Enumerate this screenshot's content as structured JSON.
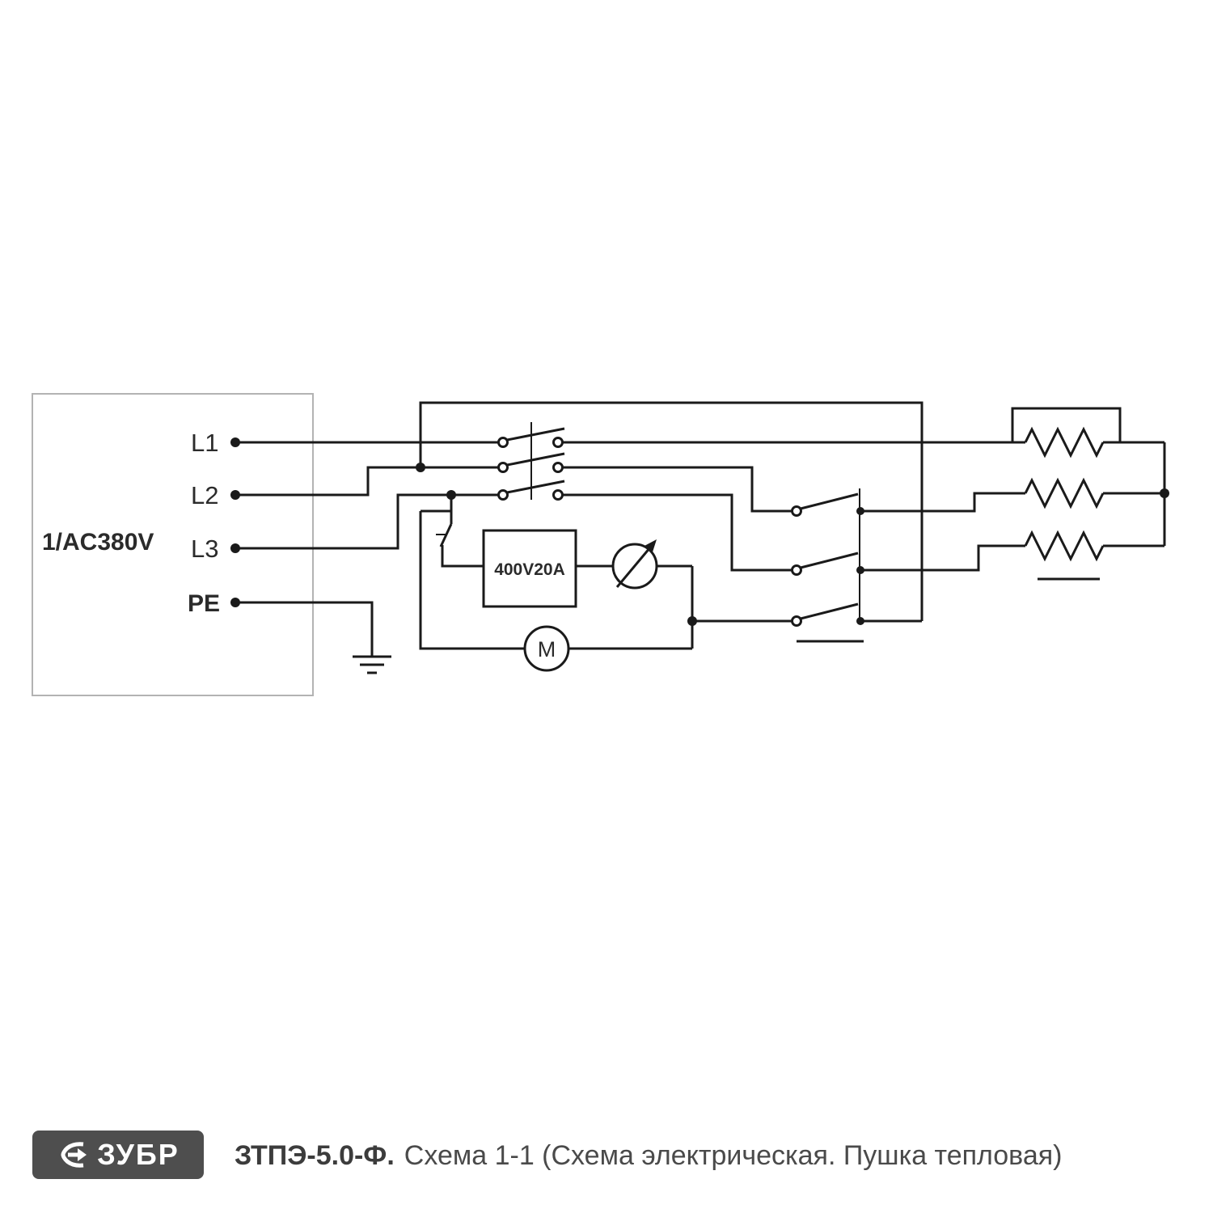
{
  "diagram": {
    "source_label": "1/AC380V",
    "terminals": {
      "l1": "L1",
      "l2": "L2",
      "l3": "L3",
      "pe": "PE"
    },
    "breaker_label": "400V20A",
    "motor_label": "M"
  },
  "footer": {
    "brand": "ЗУБР",
    "model": "ЗТПЭ-5.0-Ф.",
    "description": "Схема 1-1 (Схема электрическая. Пушка тепловая)"
  },
  "colors": {
    "line": "#1a1a1a",
    "panel_border": "#b3b3b3",
    "footer_badge_bg": "#4e4e4e",
    "footer_badge_text": "#ffffff",
    "footer_text": "#4a4a4a"
  }
}
